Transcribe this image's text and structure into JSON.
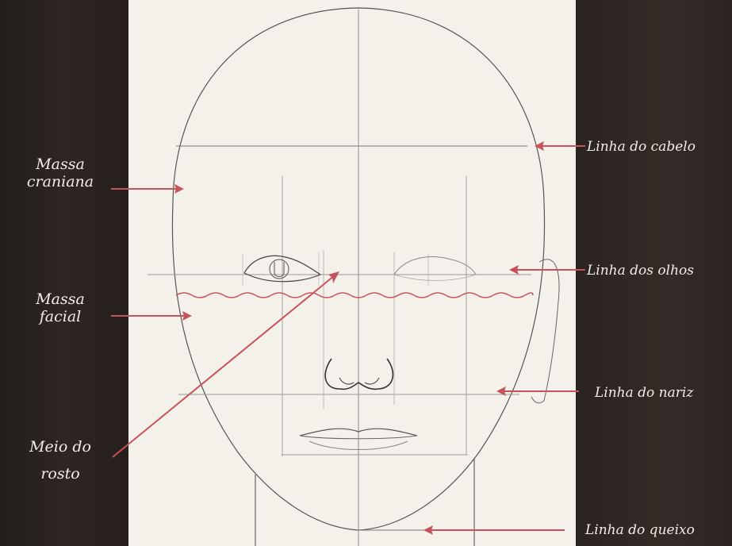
{
  "labels": {
    "massa_craniana": [
      "Massa",
      "craniana"
    ],
    "massa_facial": [
      "Massa",
      "facial"
    ],
    "meio_do_rosto": [
      "Meio do",
      "rosto"
    ],
    "linha_do_cabelo": "Linha do cabelo",
    "linha_dos_olhos": "Linha dos olhos",
    "linha_do_nariz": "Linha do nariz",
    "linha_do_queixo": "Linha do queixo"
  },
  "colors": {
    "arrow": "#c7535a",
    "sketch": "#4a4a4a",
    "guide": "#8c8c8c",
    "background": "#2a2420",
    "paper": "#f4f1ea"
  }
}
